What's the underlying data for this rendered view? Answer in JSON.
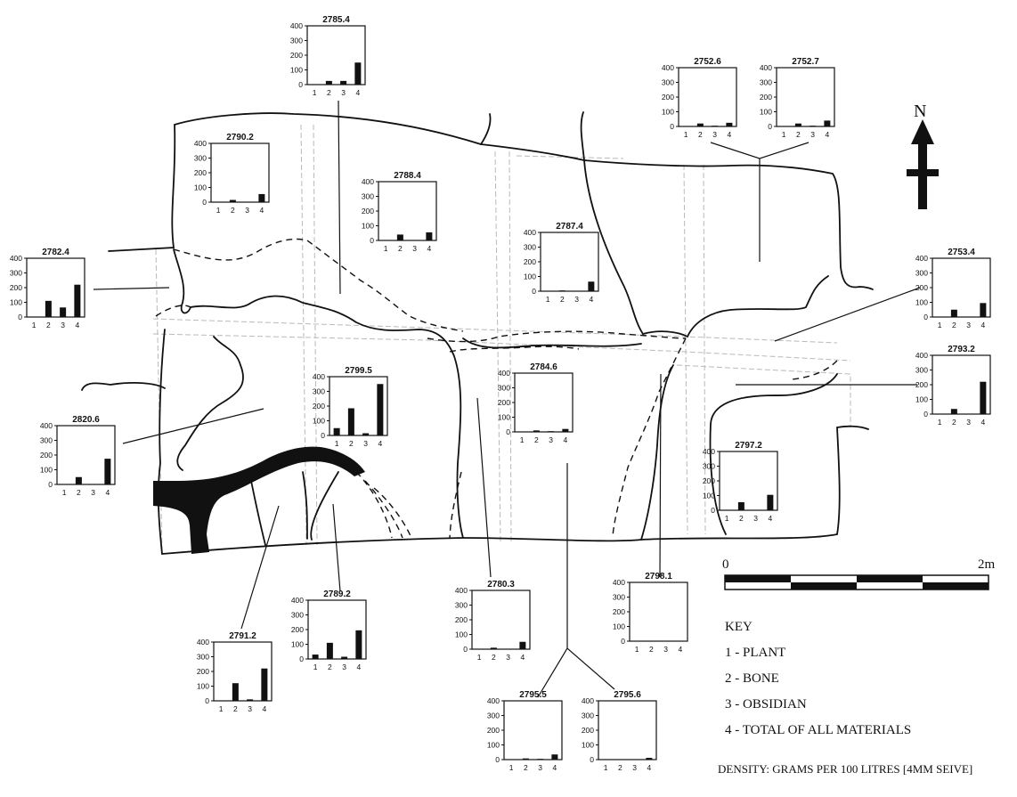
{
  "key": {
    "title": "KEY",
    "items": [
      "1 - PLANT",
      "2 - BONE",
      "3 - OBSIDIAN",
      "4 - TOTAL OF ALL MATERIALS"
    ]
  },
  "density_note": "DENSITY: GRAMS PER 100 LITRES [4MM SEIVE]",
  "north_label": "N",
  "scale": {
    "start": "0",
    "end": "2m"
  },
  "colors": {
    "ink": "#111111",
    "guide": "#b9b9b9",
    "paper": "#ffffff"
  },
  "chart_data": [
    {
      "type": "bar",
      "title": "2785.4",
      "categories": [
        "1",
        "2",
        "3",
        "4"
      ],
      "values": [
        3,
        25,
        25,
        150
      ],
      "ylim": [
        0,
        400
      ],
      "yticks": [
        0,
        100,
        200,
        300,
        400
      ]
    },
    {
      "type": "bar",
      "title": "2752.6",
      "categories": [
        "1",
        "2",
        "3",
        "4"
      ],
      "values": [
        3,
        20,
        5,
        25
      ],
      "ylim": [
        0,
        400
      ],
      "yticks": [
        0,
        100,
        200,
        300,
        400
      ]
    },
    {
      "type": "bar",
      "title": "2752.7",
      "categories": [
        "1",
        "2",
        "3",
        "4"
      ],
      "values": [
        3,
        20,
        5,
        40
      ],
      "ylim": [
        0,
        400
      ],
      "yticks": [
        0,
        100,
        200,
        300,
        400
      ]
    },
    {
      "type": "bar",
      "title": "2790.2",
      "categories": [
        "1",
        "2",
        "3",
        "4"
      ],
      "values": [
        3,
        15,
        3,
        55
      ],
      "ylim": [
        0,
        400
      ],
      "yticks": [
        0,
        100,
        200,
        300,
        400
      ]
    },
    {
      "type": "bar",
      "title": "2788.4",
      "categories": [
        "1",
        "2",
        "3",
        "4"
      ],
      "values": [
        3,
        40,
        3,
        55
      ],
      "ylim": [
        0,
        400
      ],
      "yticks": [
        0,
        100,
        200,
        300,
        400
      ]
    },
    {
      "type": "bar",
      "title": "2787.4",
      "categories": [
        "1",
        "2",
        "3",
        "4"
      ],
      "values": [
        3,
        5,
        3,
        65
      ],
      "ylim": [
        0,
        400
      ],
      "yticks": [
        0,
        100,
        200,
        300,
        400
      ]
    },
    {
      "type": "bar",
      "title": "2782.4",
      "categories": [
        "1",
        "2",
        "3",
        "4"
      ],
      "values": [
        3,
        110,
        65,
        220
      ],
      "ylim": [
        0,
        400
      ],
      "yticks": [
        0,
        100,
        200,
        300,
        400
      ]
    },
    {
      "type": "bar",
      "title": "2753.4",
      "categories": [
        "1",
        "2",
        "3",
        "4"
      ],
      "values": [
        3,
        50,
        3,
        95
      ],
      "ylim": [
        0,
        400
      ],
      "yticks": [
        0,
        100,
        200,
        300,
        400
      ]
    },
    {
      "type": "bar",
      "title": "2793.2",
      "categories": [
        "1",
        "2",
        "3",
        "4"
      ],
      "values": [
        3,
        35,
        3,
        220
      ],
      "ylim": [
        0,
        400
      ],
      "yticks": [
        0,
        100,
        200,
        300,
        400
      ]
    },
    {
      "type": "bar",
      "title": "2799.5",
      "categories": [
        "1",
        "2",
        "3",
        "4"
      ],
      "values": [
        50,
        185,
        15,
        350
      ],
      "ylim": [
        0,
        400
      ],
      "yticks": [
        0,
        100,
        200,
        300,
        400
      ]
    },
    {
      "type": "bar",
      "title": "2784.6",
      "categories": [
        "1",
        "2",
        "3",
        "4"
      ],
      "values": [
        3,
        10,
        5,
        20
      ],
      "ylim": [
        0,
        400
      ],
      "yticks": [
        0,
        100,
        200,
        300,
        400
      ]
    },
    {
      "type": "bar",
      "title": "2820.6",
      "categories": [
        "1",
        "2",
        "3",
        "4"
      ],
      "values": [
        3,
        50,
        3,
        175
      ],
      "ylim": [
        0,
        400
      ],
      "yticks": [
        0,
        100,
        200,
        300,
        400
      ]
    },
    {
      "type": "bar",
      "title": "2797.2",
      "categories": [
        "1",
        "2",
        "3",
        "4"
      ],
      "values": [
        3,
        55,
        3,
        105
      ],
      "ylim": [
        0,
        400
      ],
      "yticks": [
        0,
        100,
        200,
        300,
        400
      ]
    },
    {
      "type": "bar",
      "title": "2780.3",
      "categories": [
        "1",
        "2",
        "3",
        "4"
      ],
      "values": [
        3,
        10,
        3,
        50
      ],
      "ylim": [
        0,
        400
      ],
      "yticks": [
        0,
        100,
        200,
        300,
        400
      ]
    },
    {
      "type": "bar",
      "title": "2798.1",
      "categories": [
        "1",
        "2",
        "3",
        "4"
      ],
      "values": [
        0,
        0,
        0,
        0
      ],
      "ylim": [
        0,
        400
      ],
      "yticks": [
        0,
        100,
        200,
        300,
        400
      ]
    },
    {
      "type": "bar",
      "title": "2789.2",
      "categories": [
        "1",
        "2",
        "3",
        "4"
      ],
      "values": [
        30,
        110,
        15,
        195
      ],
      "ylim": [
        0,
        400
      ],
      "yticks": [
        0,
        100,
        200,
        300,
        400
      ]
    },
    {
      "type": "bar",
      "title": "2791.2",
      "categories": [
        "1",
        "2",
        "3",
        "4"
      ],
      "values": [
        3,
        120,
        10,
        220
      ],
      "ylim": [
        0,
        400
      ],
      "yticks": [
        0,
        100,
        200,
        300,
        400
      ]
    },
    {
      "type": "bar",
      "title": "2795.5",
      "categories": [
        "1",
        "2",
        "3",
        "4"
      ],
      "values": [
        3,
        8,
        5,
        35
      ],
      "ylim": [
        0,
        400
      ],
      "yticks": [
        0,
        100,
        200,
        300,
        400
      ]
    },
    {
      "type": "bar",
      "title": "2795.6",
      "categories": [
        "1",
        "2",
        "3",
        "4"
      ],
      "values": [
        3,
        3,
        3,
        12
      ],
      "ylim": [
        0,
        400
      ],
      "yticks": [
        0,
        100,
        200,
        300,
        400
      ]
    }
  ]
}
